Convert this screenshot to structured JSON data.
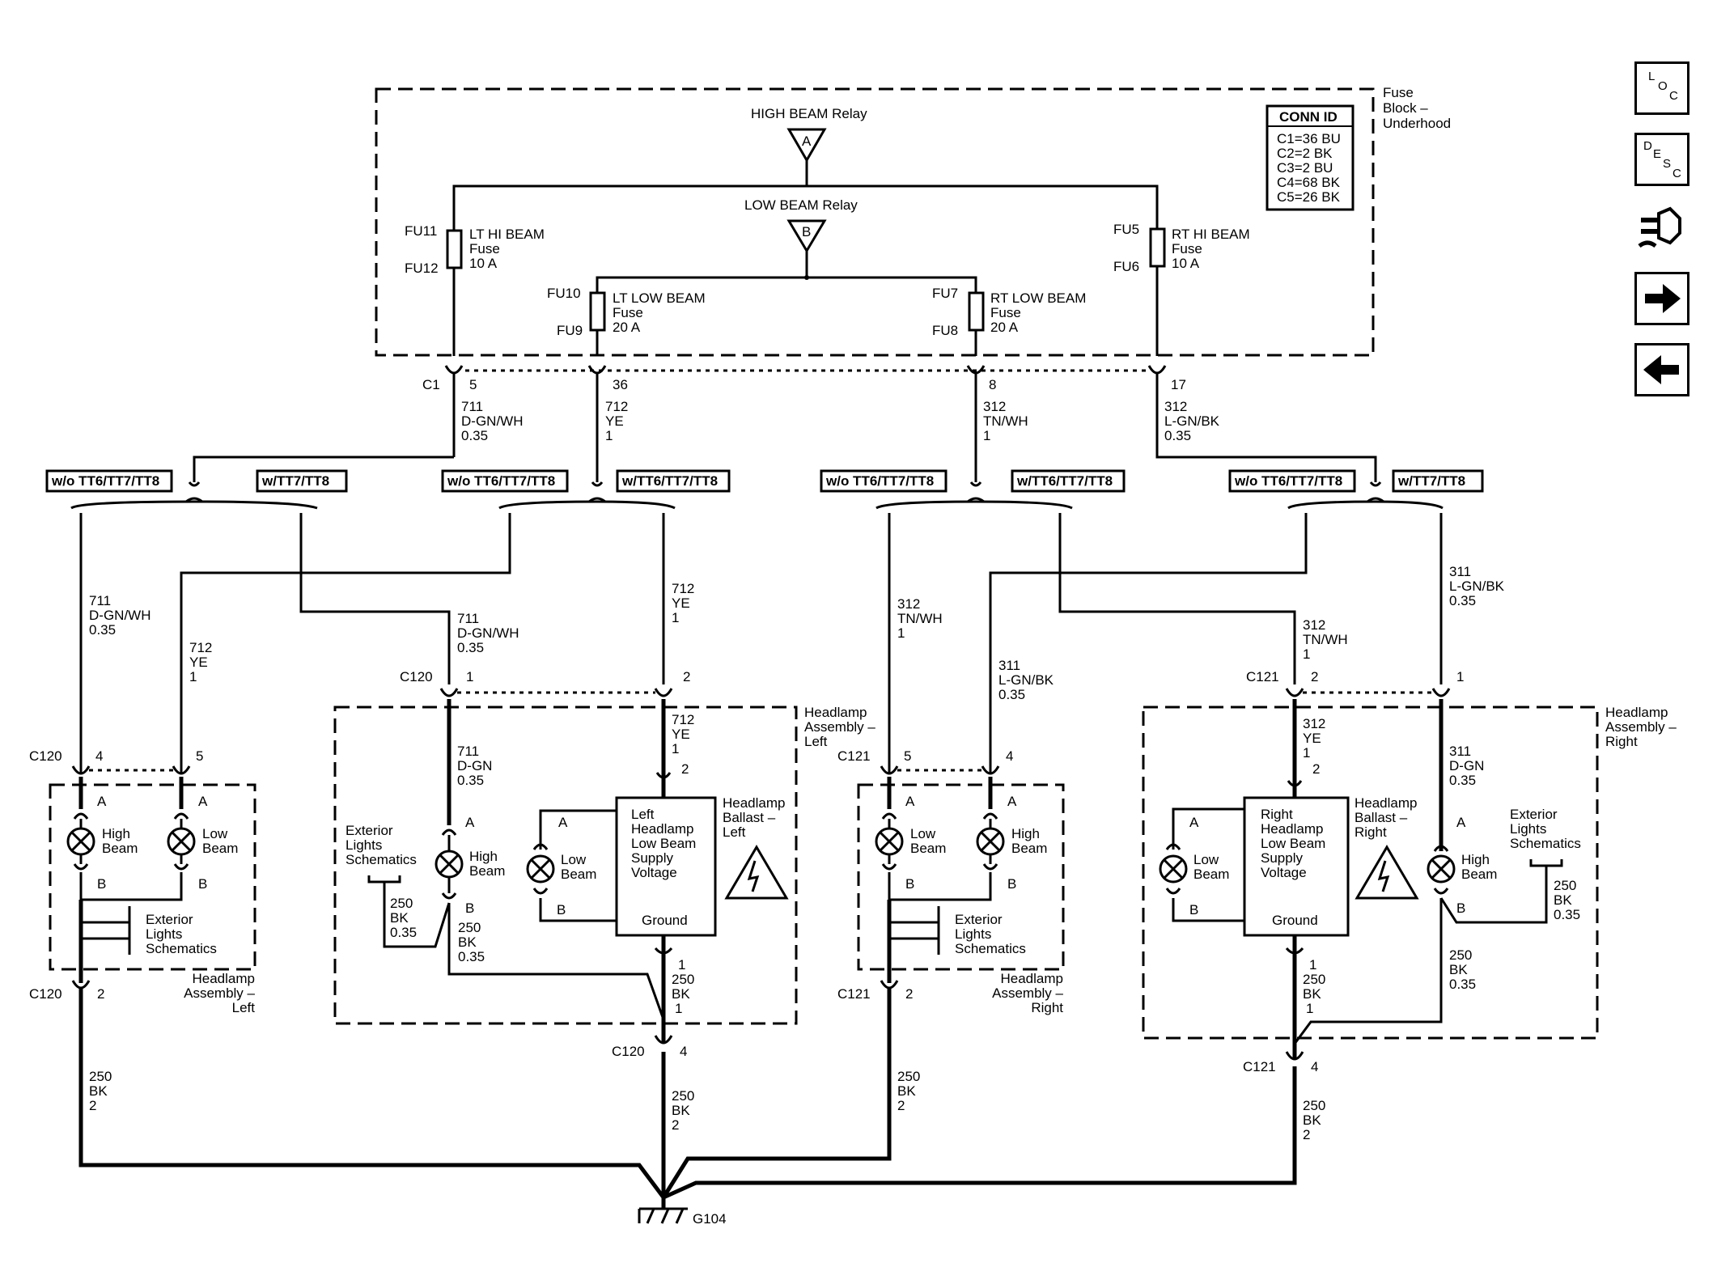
{
  "fuse_block": {
    "title": [
      "Fuse",
      "Block –",
      "Underhood"
    ],
    "conn_id_title": "CONN ID",
    "conn_id": [
      "C1=36 BU",
      "C2=2 BK",
      "C3=2 BU",
      "C4=68 BK",
      "C5=26 BK"
    ],
    "high_beam_relay": "HIGH BEAM Relay",
    "high_beam_relay_pin": "A",
    "low_beam_relay": "LOW BEAM Relay",
    "low_beam_relay_pin": "B",
    "fuses": [
      {
        "top": "FU11",
        "bottom": "FU12",
        "name": "LT HI BEAM",
        "type": "Fuse",
        "rating": "10 A"
      },
      {
        "top": "FU10",
        "bottom": "FU9",
        "name": "LT LOW BEAM",
        "type": "Fuse",
        "rating": "20 A"
      },
      {
        "top": "FU7",
        "bottom": "FU8",
        "name": "RT LOW BEAM",
        "type": "Fuse",
        "rating": "20 A"
      },
      {
        "top": "FU5",
        "bottom": "FU6",
        "name": "RT HI BEAM",
        "type": "Fuse",
        "rating": "10 A"
      }
    ]
  },
  "c1": {
    "label": "C1",
    "pins": [
      "5",
      "36",
      "8",
      "17"
    ],
    "wires": [
      {
        "circuit": "711",
        "color": "D-GN/WH",
        "size": "0.35"
      },
      {
        "circuit": "712",
        "color": "YE",
        "size": "1"
      },
      {
        "circuit": "312",
        "color": "TN/WH",
        "size": "1"
      },
      {
        "circuit": "312",
        "color": "L-GN/BK",
        "size": "0.35"
      }
    ]
  },
  "options": {
    "without": "w/o TT6/TT7/TT8",
    "with_tt7": "w/TT7/TT8",
    "with_tt6": "w/TT6/TT7/TT8"
  },
  "branch_wires": {
    "w711_left": {
      "circuit": "711",
      "color": "D-GN/WH",
      "size": "0.35"
    },
    "w712_left": {
      "circuit": "712",
      "color": "YE",
      "size": "1"
    },
    "w711_mid": {
      "circuit": "711",
      "color": "D-GN/WH",
      "size": "0.35"
    },
    "w712_mid": {
      "circuit": "712",
      "color": "YE",
      "size": "1"
    },
    "w312_rleft": {
      "circuit": "312",
      "color": "TN/WH",
      "size": "1"
    },
    "w311_rleft": {
      "circuit": "311",
      "color": "L-GN/BK",
      "size": "0.35"
    },
    "w312_right": {
      "circuit": "312",
      "color": "TN/WH",
      "size": "1"
    },
    "w311_right": {
      "circuit": "311",
      "color": "L-GN/BK",
      "size": "0.35"
    }
  },
  "left_assy_a": {
    "connector": "C120",
    "pin_a": "4",
    "pin_b": "5",
    "pin_gnd": "2",
    "high": [
      "High",
      "Beam"
    ],
    "low": [
      "Low",
      "Beam"
    ],
    "pins": {
      "a": "A",
      "b": "B"
    },
    "ext": [
      "Exterior",
      "Lights",
      "Schematics"
    ],
    "title": [
      "Headlamp",
      "Assembly –",
      "Left"
    ]
  },
  "left_assy_b": {
    "connector": "C120",
    "pin1": "1",
    "pin2": "2",
    "pin4": "4",
    "w711": {
      "circuit": "711",
      "color": "D-GN",
      "size": "0.35"
    },
    "w712": {
      "circuit": "712",
      "color": "YE",
      "size": "1"
    },
    "ballast_pin2": "2",
    "ballast": [
      "Left",
      "Headlamp",
      "Low Beam",
      "Supply",
      "Voltage"
    ],
    "ground": "Ground",
    "ballast_title": [
      "Headlamp",
      "Ballast –",
      "Left"
    ],
    "ext": [
      "Exterior",
      "Lights",
      "Schematics"
    ],
    "high": [
      "High",
      "Beam"
    ],
    "low": [
      "Low",
      "Beam"
    ],
    "pins": {
      "a": "A",
      "b": "B"
    },
    "w250a": {
      "circuit": "250",
      "color": "BK",
      "size": "0.35"
    },
    "w250b": {
      "circuit": "250",
      "color": "BK",
      "size": "0.35"
    },
    "w250c": {
      "pin": "1",
      "circuit": "250",
      "color": "BK",
      "size": "1"
    },
    "title": [
      "Headlamp",
      "Assembly –",
      "Left"
    ]
  },
  "right_assy_a": {
    "connector": "C121",
    "pin_a": "5",
    "pin_b": "4",
    "pin_gnd": "2",
    "low": [
      "Low",
      "Beam"
    ],
    "high": [
      "High",
      "Beam"
    ],
    "pins": {
      "a": "A",
      "b": "B"
    },
    "ext": [
      "Exterior",
      "Lights",
      "Schematics"
    ],
    "title": [
      "Headlamp",
      "Assembly –",
      "Right"
    ]
  },
  "right_assy_b": {
    "connector": "C121",
    "pin1": "1",
    "pin2": "2",
    "pin4": "4",
    "w312": {
      "circuit": "312",
      "color": "YE",
      "size": "1"
    },
    "w311": {
      "circuit": "311",
      "color": "D-GN",
      "size": "0.35"
    },
    "ballast_pin2": "2",
    "ballast": [
      "Right",
      "Headlamp",
      "Low Beam",
      "Supply",
      "Voltage"
    ],
    "ground": "Ground",
    "ballast_title": [
      "Headlamp",
      "Ballast –",
      "Right"
    ],
    "ext": [
      "Exterior",
      "Lights",
      "Schematics"
    ],
    "high": [
      "High",
      "Beam"
    ],
    "low": [
      "Low",
      "Beam"
    ],
    "pins": {
      "a": "A",
      "b": "B"
    },
    "w250a": {
      "circuit": "250",
      "color": "BK",
      "size": "0.35"
    },
    "w250b": {
      "circuit": "250",
      "color": "BK",
      "size": "0.35"
    },
    "w250c": {
      "pin": "1",
      "circuit": "250",
      "color": "BK",
      "size": "1"
    },
    "title": [
      "Headlamp",
      "Assembly –",
      "Right"
    ]
  },
  "ground_wires": {
    "g1": {
      "circuit": "250",
      "color": "BK",
      "size": "2"
    },
    "g2": {
      "circuit": "250",
      "color": "BK",
      "size": "2"
    },
    "g3": {
      "circuit": "250",
      "color": "BK",
      "size": "2"
    },
    "g4": {
      "circuit": "250",
      "color": "BK",
      "size": "2"
    }
  },
  "ground": {
    "label": "G104"
  },
  "nav_buttons": {
    "loc": [
      "L",
      "O",
      "C"
    ],
    "desc": [
      "D",
      "E",
      "S",
      "C"
    ],
    "icons": [
      "loc-icon",
      "desc-icon",
      "connector-tool-icon",
      "forward-arrow-icon",
      "back-arrow-icon"
    ]
  }
}
